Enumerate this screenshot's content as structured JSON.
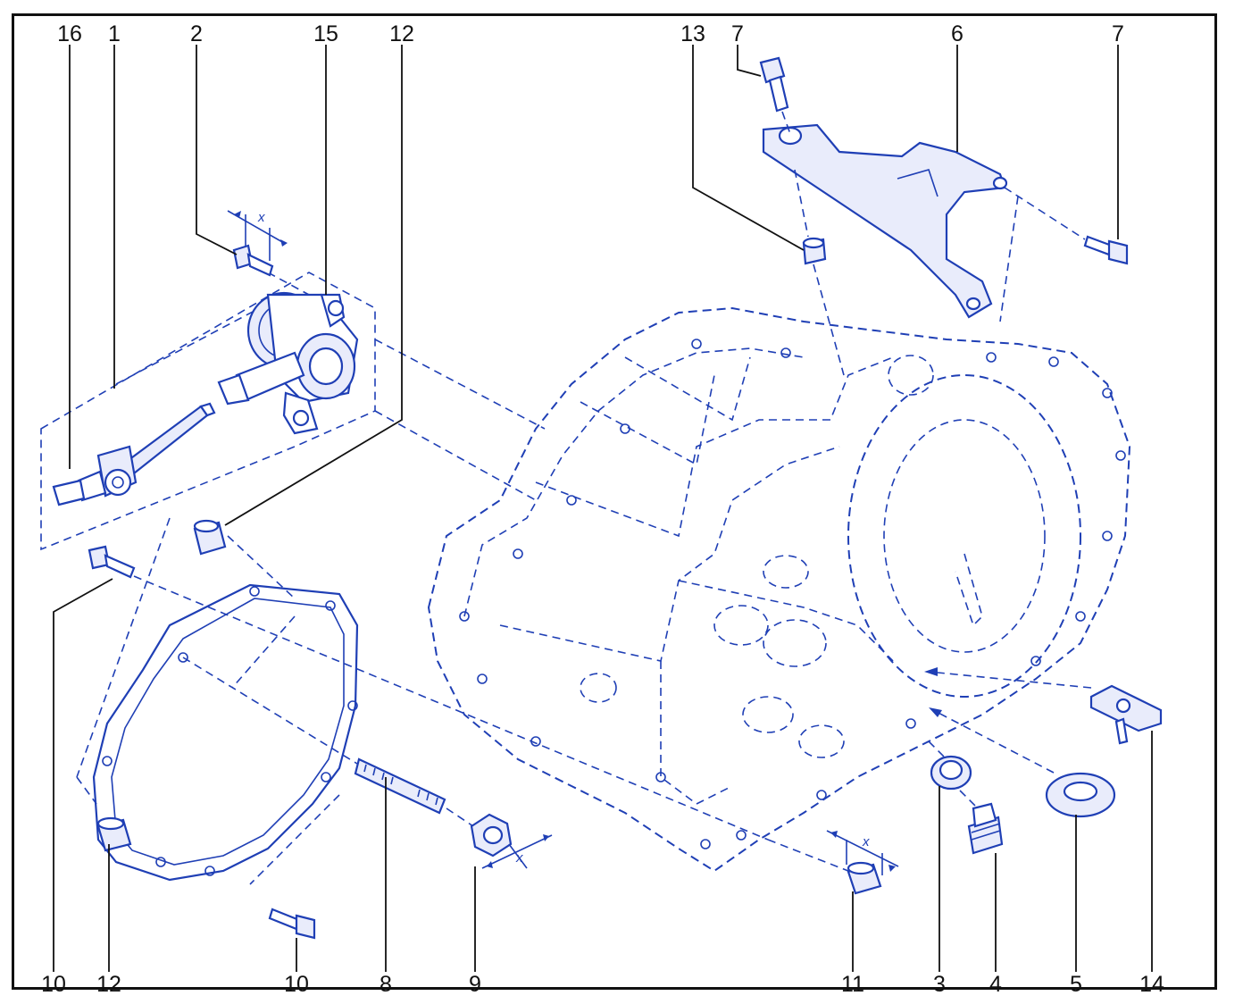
{
  "diagram": {
    "callouts": {
      "top": [
        "16",
        "1",
        "2",
        "15",
        "12",
        "13",
        "7",
        "6",
        "7"
      ],
      "bottom": [
        "10",
        "12",
        "10",
        "8",
        "9",
        "11",
        "3",
        "4",
        "5",
        "14"
      ]
    },
    "dimension_marks": [
      "x",
      "x",
      "x"
    ]
  },
  "colors": {
    "line": "#1f3fb5",
    "frame": "#111111"
  }
}
